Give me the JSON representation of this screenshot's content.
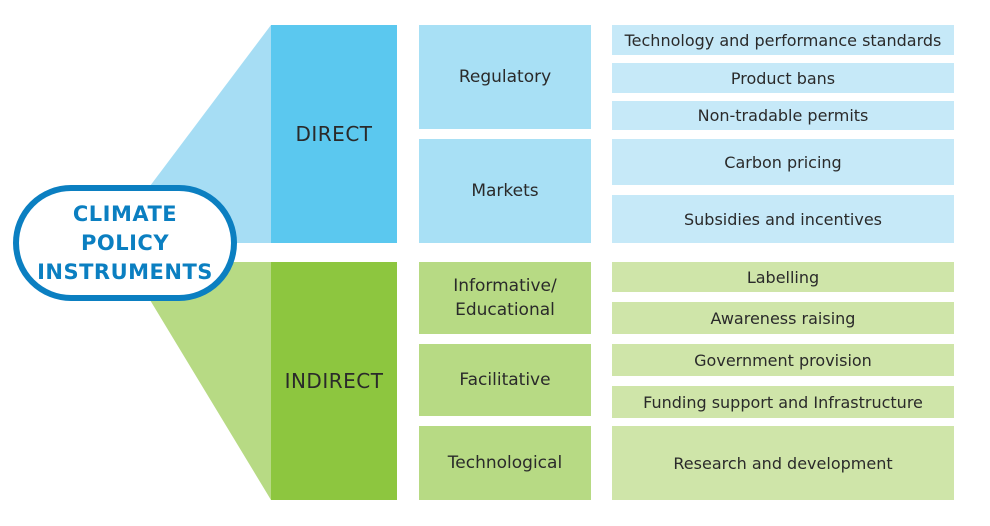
{
  "center": {
    "lines": [
      "CLIMATE",
      "POLICY",
      "INSTRUMENTS"
    ]
  },
  "colors": {
    "direct_main": "#5bc8ef",
    "direct_wedge": "#a6ddf4",
    "direct_mid": "#a8e0f5",
    "direct_leaf": "#c6e9f8",
    "indirect_main": "#8dc63f",
    "indirect_wedge": "#b7da84",
    "indirect_mid": "#b7da84",
    "indirect_leaf": "#cfe5a9",
    "hub_border": "#0b7fc1"
  },
  "direct": {
    "label": "DIRECT",
    "groups": [
      {
        "label": "Regulatory",
        "items": [
          "Technology and performance standards",
          "Product bans",
          "Non-tradable permits"
        ]
      },
      {
        "label": "Markets",
        "items": [
          "Carbon pricing",
          "Subsidies and incentives"
        ]
      }
    ]
  },
  "indirect": {
    "label": "INDIRECT",
    "groups": [
      {
        "label": "Informative/\nEducational",
        "items": [
          "Labelling",
          "Awareness raising"
        ]
      },
      {
        "label": "Facilitative",
        "items": [
          "Government provision",
          "Funding support and Infrastructure"
        ]
      },
      {
        "label": "Technological",
        "items": [
          "Research and development"
        ]
      }
    ]
  }
}
